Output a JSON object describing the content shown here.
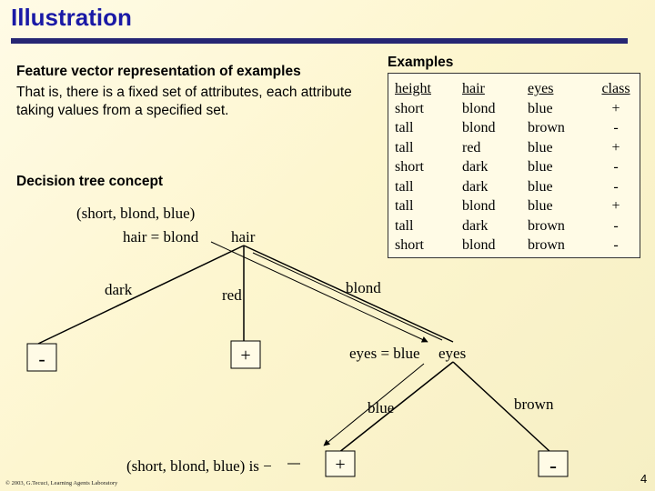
{
  "title": "Illustration",
  "heading": "Feature vector representation of examples",
  "description": "That is, there is a fixed set of attributes, each attribute taking values from a specified set.",
  "tree_heading": "Decision tree concept",
  "examples": {
    "title": "Examples",
    "columns": [
      "height",
      "hair",
      "eyes",
      "class"
    ],
    "rows": [
      [
        "short",
        "blond",
        "blue",
        "+"
      ],
      [
        "tall",
        "blond",
        "brown",
        "-"
      ],
      [
        "tall",
        "red",
        "blue",
        "+"
      ],
      [
        "short",
        "dark",
        "blue",
        "-"
      ],
      [
        "tall",
        "dark",
        "blue",
        "-"
      ],
      [
        "tall",
        "blond",
        "blue",
        "+"
      ],
      [
        "tall",
        "dark",
        "brown",
        "-"
      ],
      [
        "short",
        "blond",
        "brown",
        "-"
      ]
    ]
  },
  "tree": {
    "query1": "(short, blond, blue)",
    "query1_match": "hair = blond",
    "root": "hair",
    "edge_dark": "dark",
    "edge_red": "red",
    "edge_blond": "blond",
    "leaf_dark": "-",
    "leaf_red": "+",
    "eyes_match": "eyes = blue",
    "eyes_node": "eyes",
    "edge_blue": "blue",
    "edge_brown": "brown",
    "leaf_blue": "+",
    "leaf_brown": "-",
    "result": "(short, blond, blue) is −"
  },
  "footer": "© 2003, G.Tecuci, Learning Agents Laboratory",
  "page_number": "4"
}
